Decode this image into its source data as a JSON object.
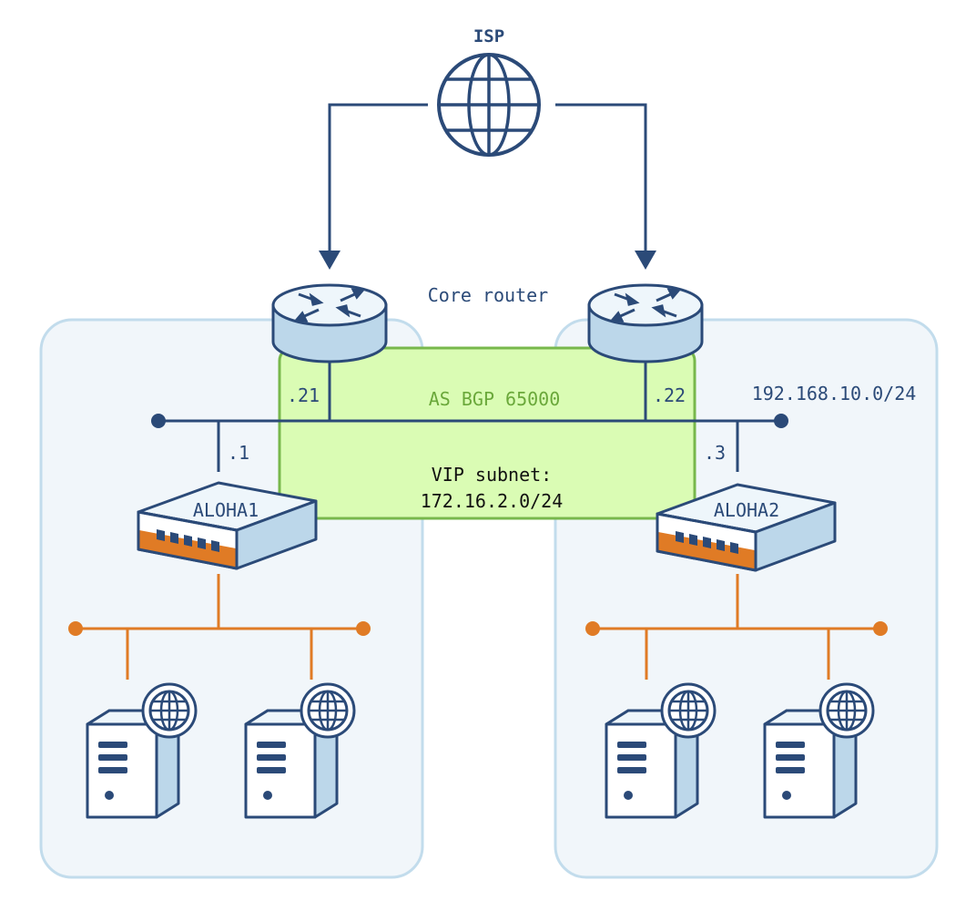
{
  "labels": {
    "isp": "ISP",
    "core_router": "Core router",
    "as_bgp": "AS BGP 65000",
    "vip_line1": "VIP subnet:",
    "vip_line2": "172.16.2.0/24",
    "subnet": "192.168.10.0/24",
    "router1_ip": ".21",
    "router2_ip": ".22",
    "aloha1_ip": ".1",
    "aloha2_ip": ".3",
    "aloha1": "ALOHA1",
    "aloha2": "ALOHA2"
  },
  "colors": {
    "navy": "#2b4a78",
    "light_blue": "#bcd7ea",
    "zone_fill": "#f1f6fa",
    "zone_border": "#c2dcec",
    "green_fill": "#dafcb4",
    "green_border": "#78b84c",
    "orange": "#e07b25"
  },
  "icons": [
    "globe-icon",
    "router-icon",
    "load-balancer-icon",
    "server-icon"
  ]
}
